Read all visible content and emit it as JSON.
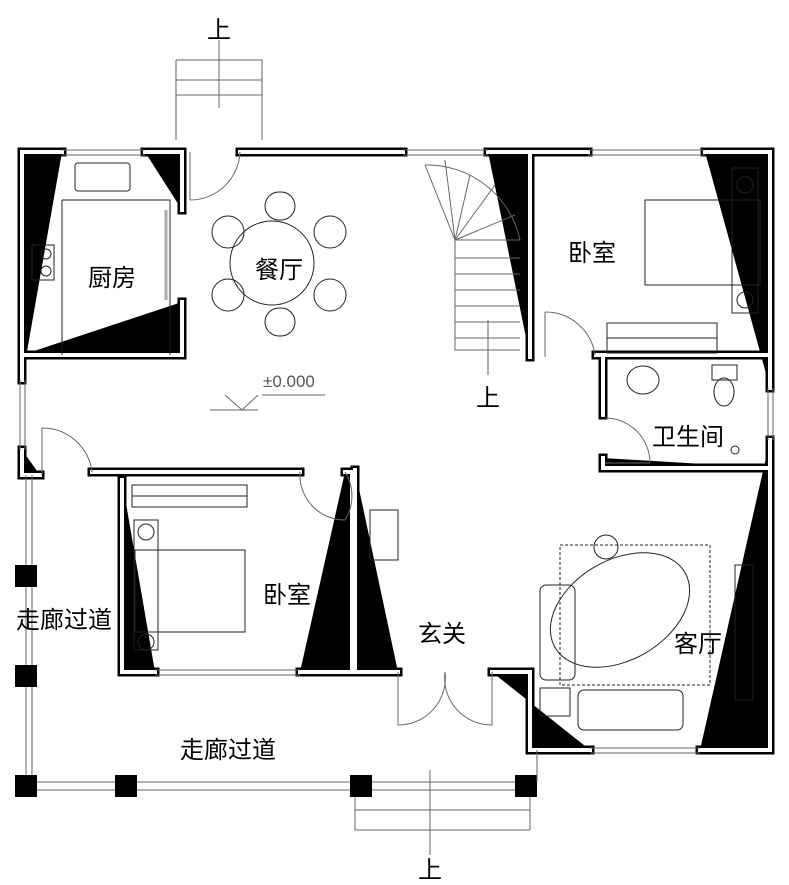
{
  "rooms": {
    "kitchen": "厨房",
    "dining": "餐厅",
    "bedroom_top": "卧室",
    "bathroom": "卫生间",
    "bedroom_bottom": "卧室",
    "foyer": "玄关",
    "living": "客厅",
    "corridor_left": "走廊过道",
    "corridor_bottom": "走廊过道"
  },
  "level_mark": "±0.000",
  "stair_labels": {
    "top": "上",
    "stair": "上",
    "bottom": "上"
  },
  "colors": {
    "wall": "#000000",
    "fixture": "#666666"
  }
}
